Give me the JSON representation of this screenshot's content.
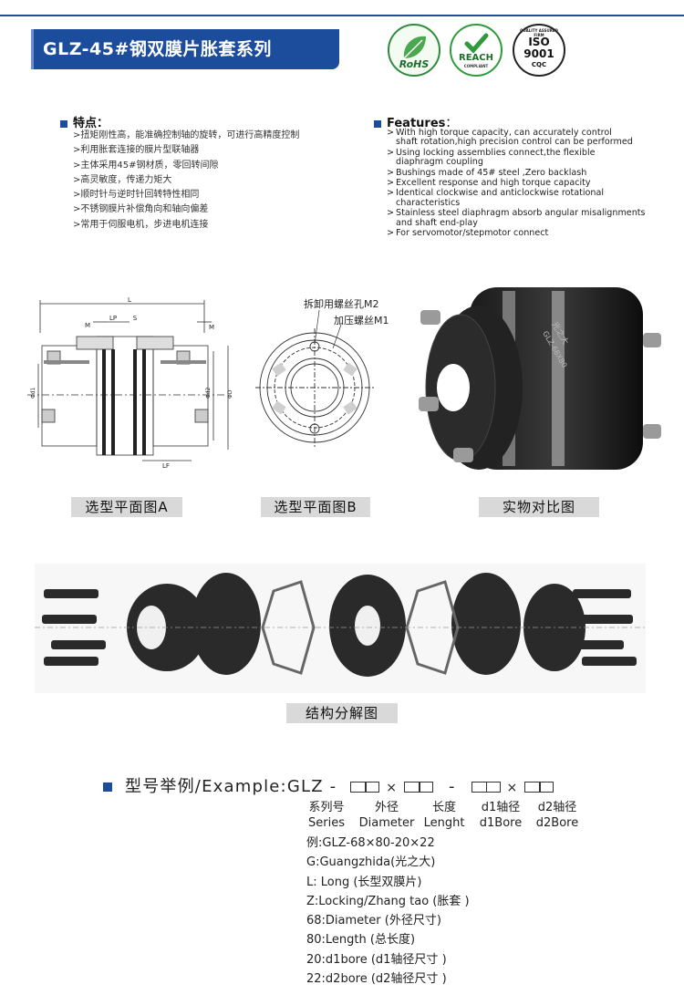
{
  "title": "GLZ-45#钢双膜片胀套系列",
  "certs": {
    "rohs": "RoHS",
    "reach": "REACH",
    "reach_sub": "COMPLIANT",
    "iso_top": "QUALITY ASSURED FIRM",
    "iso": "ISO",
    "iso_num": "9001",
    "iso_bottom": "CQC"
  },
  "features_cn": {
    "heading": "特点：",
    "items": [
      ">扭矩刚性高，能准确控制轴的旋转，可进行高精度控制",
      ">利用胀套连接的膜片型联轴器",
      ">主体采用45#钢材质，零回转间隙",
      ">高灵敏度，传递力矩大",
      ">顺时针与逆时针回转特性相同",
      ">不锈钢膜片补偿角向和轴向偏差",
      ">常用于伺服电机，步进电机连接"
    ]
  },
  "features_en": {
    "heading": "Features",
    "heading_colon": "：",
    "items": [
      [
        "With high torque  capacity, can accurately control",
        "shaft rotation,high precision control can be performed"
      ],
      [
        "Using locking assemblies connect,the flexible",
        "diaphragm coupling"
      ],
      [
        "Bushings  made  of 45# steel ,Zero backlash"
      ],
      [
        "Excellent response and high torque capacity"
      ],
      [
        "Identical  clockwise and anticlockwise rotational",
        "characteristics"
      ],
      [
        "Stainless steel  diaphragm absorb angular misalignments",
        "and shaft end-play"
      ],
      [
        "For servomotor/stepmotor connect"
      ]
    ]
  },
  "drawing_a": {
    "labels": {
      "L": "L",
      "LP": "LP",
      "S": "S",
      "M": "M",
      "M2": "M",
      "d1": "Φd1",
      "d2": "Φd2",
      "D": "ΦD",
      "LF": "LF"
    }
  },
  "drawing_b": {
    "label_m2": "拆卸用螺丝孔M2",
    "label_m1": "加压螺丝M1"
  },
  "photo": {
    "engraving_1": "光之大",
    "engraving_2": "GLZ-68X80"
  },
  "captions": {
    "a": "选型平面图A",
    "b": "选型平面图B",
    "c": "实物对比图",
    "exploded": "结构分解图"
  },
  "example": {
    "prefix": "型号举例/Example:GLZ  -",
    "times1": "×",
    "dash": "-",
    "times2": "×",
    "labels": [
      {
        "cn": "系列号",
        "en": "Series"
      },
      {
        "cn": "外径",
        "en": "Diameter"
      },
      {
        "cn": "长度",
        "en": "Lenght"
      },
      {
        "cn": "d1轴径",
        "en": "d1Bore"
      },
      {
        "cn": "d2轴径",
        "en": "d2Bore"
      }
    ],
    "legend": [
      "例:GLZ-68×80-20×22",
      "G:Guangzhida(光之大)",
      "L: Long (长型双膜片)",
      "Z:Locking/Zhang tao (胀套 )",
      "68:Diameter (外径尺寸)",
      "80:Length (总长度)",
      "20:d1bore (d1轴径尺寸 )",
      "22:d2bore (d2轴径尺寸 )"
    ]
  },
  "colors": {
    "brand": "#1c4c9c",
    "caption_bg": "#d9d9d9",
    "rohs": "#2e8b3d",
    "reach": "#2e9b3a"
  }
}
